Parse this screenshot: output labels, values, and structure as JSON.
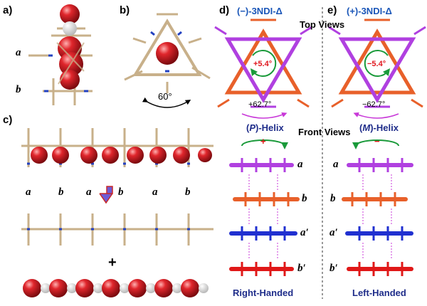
{
  "panels": {
    "a": "a)",
    "b": "b)",
    "c": "c)",
    "d": "d)",
    "e": "e)"
  },
  "panel_a": {
    "label_top": "a",
    "label_bottom": "b"
  },
  "panel_b": {
    "angle": "60°"
  },
  "panel_c": {
    "row_labels": [
      "a",
      "b",
      "a",
      "b",
      "a",
      "b"
    ],
    "plus": "+"
  },
  "panel_d": {
    "title": "(−)-3NDI-Δ",
    "center_angle": "+5.4°",
    "bottom_angle": "+62.7°"
  },
  "panel_e": {
    "title": "(+)-3NDI-Δ",
    "center_angle": "−5.4°",
    "bottom_angle": "−62.7°"
  },
  "headers": {
    "top_views": "Top Views",
    "front_views": "Front Views"
  },
  "helix_left": {
    "prefix": "(",
    "letter": "P",
    "suffix": ")-Helix",
    "sign": "+",
    "layers": [
      "a",
      "b",
      "a′",
      "b′"
    ],
    "handedness": "Right-Handed"
  },
  "helix_right": {
    "prefix": "(",
    "letter": "M",
    "suffix": ")-Helix",
    "sign": "−",
    "layers": [
      "a",
      "b",
      "a′",
      "b′"
    ],
    "handedness": "Left-Handed"
  },
  "colors": {
    "violet": "#b040e0",
    "orange": "#e8602a",
    "blue": "#2030d0",
    "red": "#e01818",
    "green": "#1a9a3a",
    "sphere": "#c4161c",
    "tan": "#c8b08a"
  }
}
